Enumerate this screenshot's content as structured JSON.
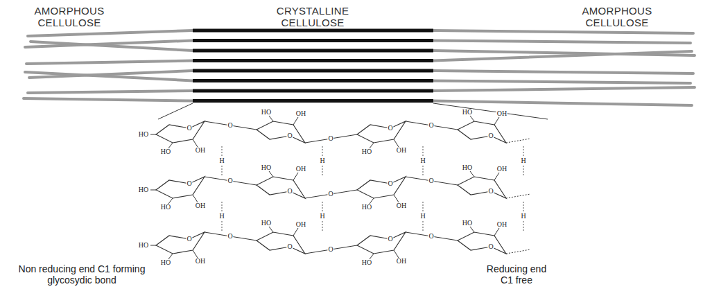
{
  "diagram": {
    "labels": [
      "AMORPHOUS CELLULOSE",
      "CRYSTALLINE CELLULOSE",
      "AMORPHOUS CELLULOSE",
      "HO",
      "O",
      "OH",
      "HO",
      "O",
      "O",
      "OH",
      "HO",
      "O",
      "O",
      "OH",
      "HO",
      "O",
      "O",
      "OH",
      "HO",
      "H",
      "H",
      "H",
      "H",
      "HO",
      "O",
      "OH",
      "HO",
      "O",
      "O",
      "OH",
      "HO",
      "O",
      "O",
      "OH",
      "HO",
      "O",
      "O",
      "OH",
      "HO",
      "H",
      "H",
      "H",
      "H",
      "HO",
      "O",
      "OH",
      "HO",
      "O",
      "O",
      "OH",
      "HO",
      "O",
      "O",
      "OH",
      "HO",
      "O",
      "O",
      "OH",
      "HO",
      "Non reducing end C1 forming glycosydic bond",
      "Reducing end C1 free"
    ]
  }
}
